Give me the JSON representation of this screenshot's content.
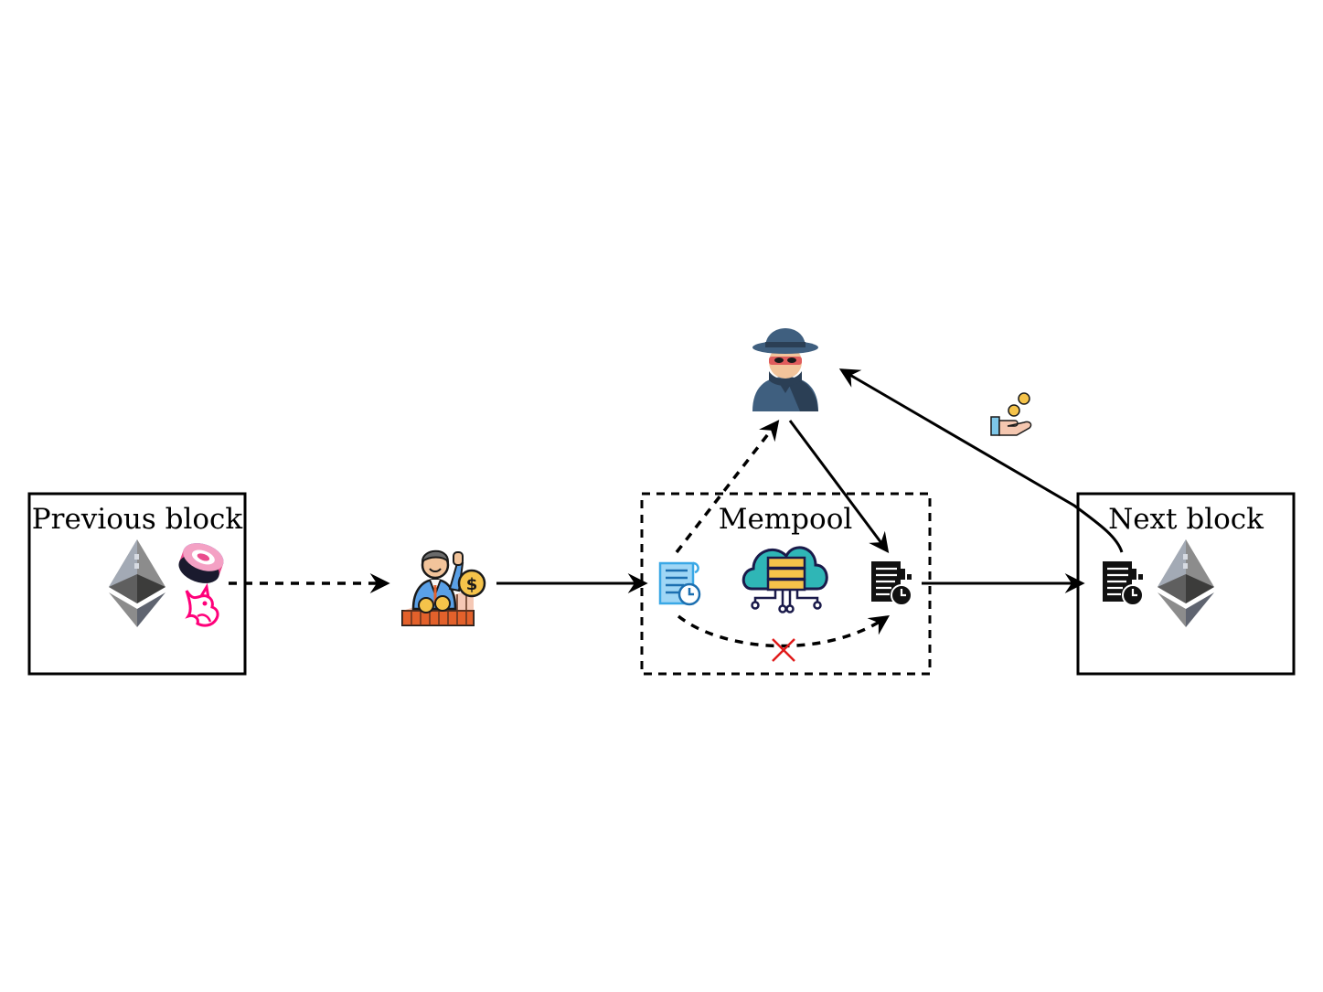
{
  "nodes": {
    "previous_block": {
      "label": "Previous block"
    },
    "mempool": {
      "label": "Mempool"
    },
    "next_block": {
      "label": "Next block"
    }
  },
  "icons": [
    "ethereum-icon",
    "sushiswap-icon",
    "uniswap-unicorn-icon",
    "trader-icon",
    "pending-transaction-icon",
    "cloud-server-icon",
    "attacker-transaction-icon",
    "attacker-spy-icon",
    "hand-coins-icon",
    "blocked-cross-icon"
  ],
  "colors": {
    "stroke": "#000000",
    "eth_dark": "#3c3c3b",
    "eth_mid": "#8c8c8c",
    "eth_light": "#a3aab5",
    "spy_blue": "#3f5f7f",
    "blocked_red": "#e01a1a",
    "transaction_blue": "#3aa8e6",
    "cloud_teal": "#2fb6b6",
    "server_yellow": "#f5c34a"
  }
}
